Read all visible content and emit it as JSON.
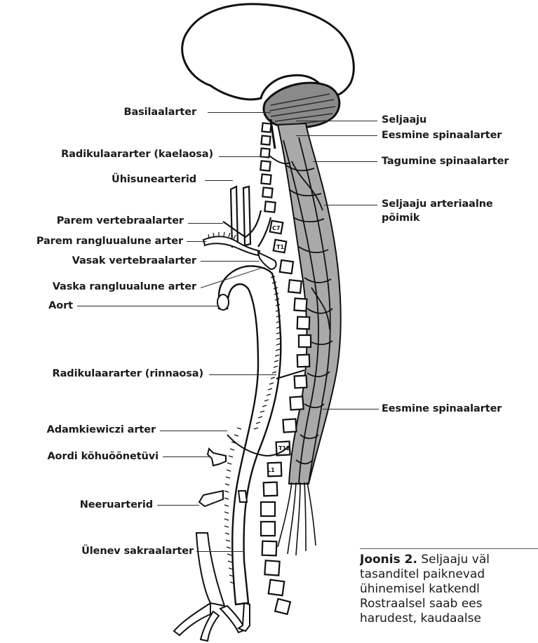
{
  "labels": {
    "basilaalarter": "Basilaalarter",
    "radikulaararter_kaelaosa": "Radikulaararter (kaelaosa)",
    "uhisunearterid": "Ühisunearterid",
    "parem_vertebraalarter": "Parem vertebraalarter",
    "parem_rangluualune_arter": "Parem rangluualune arter",
    "vasak_vertebraalarter": "Vasak vertebraalarter",
    "vaska_rangluualune_arter": "Vaska rangluualune arter",
    "aort": "Aort",
    "radikulaararter_rinnaosa": "Radikulaararter (rinnaosa)",
    "adamkiewiczi_arter": "Adamkiewiczi arter",
    "aordi_kohuoonetuvi": "Aordi kõhuõõnetüvi",
    "neeruarterid": "Neeruarterid",
    "ulenev_sakraalarter": "Ülenev sakraalarter",
    "seljaaju": "Seljaaju",
    "eesmine_spinaalarter_top": "Eesmine spinaalarter",
    "tagumine_spinaalarter": "Tagumine spinaalarter",
    "seljaaju_arteriaalne_1": "Seljaaju arteriaalne",
    "seljaaju_arteriaalne_2": "põimik",
    "eesmine_spinaalarter_mid": "Eesmine spinaalarter"
  },
  "vertebra_labels": {
    "c7": "C7",
    "t1": "T1",
    "t12": "T12",
    "l1": "L1"
  },
  "caption": {
    "prefix": "Joonis 2.",
    "line1": " Seljaaju väl",
    "line2": "tasanditel paiknevad",
    "line3": "ühinemisel katkendl",
    "line4": "Rostraalsel saab ees",
    "line5": "harudest, kaudaalse"
  }
}
